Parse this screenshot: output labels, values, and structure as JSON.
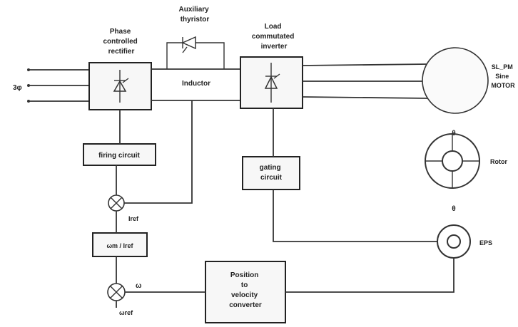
{
  "diagram": {
    "rectifier": {
      "label_lines": [
        "Phase",
        "controlled",
        "rectifier"
      ]
    },
    "aux_thyristor": {
      "label_lines": [
        "Auxiliary",
        "thyristor"
      ]
    },
    "inverter": {
      "label_lines": [
        "Load",
        "commutated",
        "inverter"
      ]
    },
    "inductor": {
      "label": "Inductor"
    },
    "supply": {
      "label": "3φ"
    },
    "motor": {
      "label_lines": [
        "SL_PM",
        "Sine",
        "MOTOR"
      ]
    },
    "rotor": {
      "label": "Rotor",
      "theta": "θ"
    },
    "eps": {
      "label": "EPS",
      "theta": "θ"
    },
    "firing_circuit": {
      "label": "firing circuit"
    },
    "gating_circuit": {
      "label_lines": [
        "gating",
        "circuit"
      ]
    },
    "speed_controller": {
      "label": "ωm / Iref"
    },
    "pos_to_vel": {
      "label_lines": [
        "Position",
        "to",
        "velocity",
        "converter"
      ]
    },
    "current_ref": {
      "label": "Iref"
    },
    "omega": {
      "label": "ω"
    },
    "omega_ref": {
      "label": "ωref"
    }
  }
}
